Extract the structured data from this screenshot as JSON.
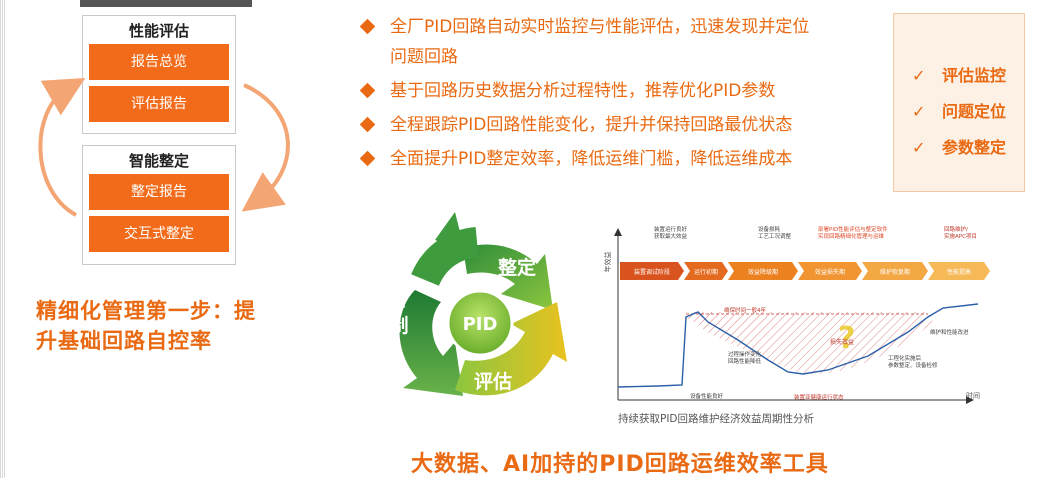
{
  "left_panels": [
    {
      "title": "性能评估",
      "buttons": [
        "报告总览",
        "评估报告"
      ]
    },
    {
      "title": "智能整定",
      "buttons": [
        "整定报告",
        "交互式整定"
      ]
    }
  ],
  "slogan": {
    "line1": "精细化管理第一步：提",
    "line2": "升基础回路自控率"
  },
  "bullets": [
    {
      "line1": "全厂PID回路自动实时监控与性能评估，迅速发现并定位",
      "line2": "问题回路"
    },
    {
      "line1": "基于回路历史数据分析过程特性，推荐优化PID参数"
    },
    {
      "line1": "全程跟踪PID回路性能变化，提升并保持回路最优状态"
    },
    {
      "line1": "全面提升PID整定效率，降低运维门槛，降低运维成本"
    }
  ],
  "checks": {
    "tick": "✓",
    "items": [
      "评估监控",
      "问题定位",
      "参数整定"
    ]
  },
  "cycle": {
    "center": "PID",
    "labels": [
      "整定",
      "评估",
      "控制"
    ]
  },
  "lifecycle": {
    "y_axis_label": "年效益",
    "x_axis_label": "时间",
    "top_notes": [
      "装置运行良好\n获取最大效益",
      "设备损耗\n工艺工况调整",
      "部署PID性能评估与整定软件\n实现回路精细化管理与运维",
      "回路维护/\n实施APC项目"
    ],
    "stages": [
      "装置调试阶段",
      "运行初期",
      "效益降级期",
      "效益损失期",
      "维护恢复期",
      "性能提高"
    ],
    "annotations": {
      "wait_time": "维保时间一般4年",
      "loss": "损失效益",
      "maintain": "维护和性能改进",
      "process_change": "过程操作变化\n回路性能降低",
      "tuning": "工程化实施后\n参数整定、设备检修",
      "healthy": "设备性能良好",
      "unhealthy": "装置亚健康运行状态"
    },
    "caption": "持续获取PID回路维护经济效益周期性分析"
  },
  "bottom_title": "大数据、AI加持的PID回路运维效率工具",
  "colors": {
    "accent": "#e96a12",
    "green_dark": "#2e8b3c",
    "green_light": "#8cc63f",
    "yellow": "#e9c21f"
  }
}
